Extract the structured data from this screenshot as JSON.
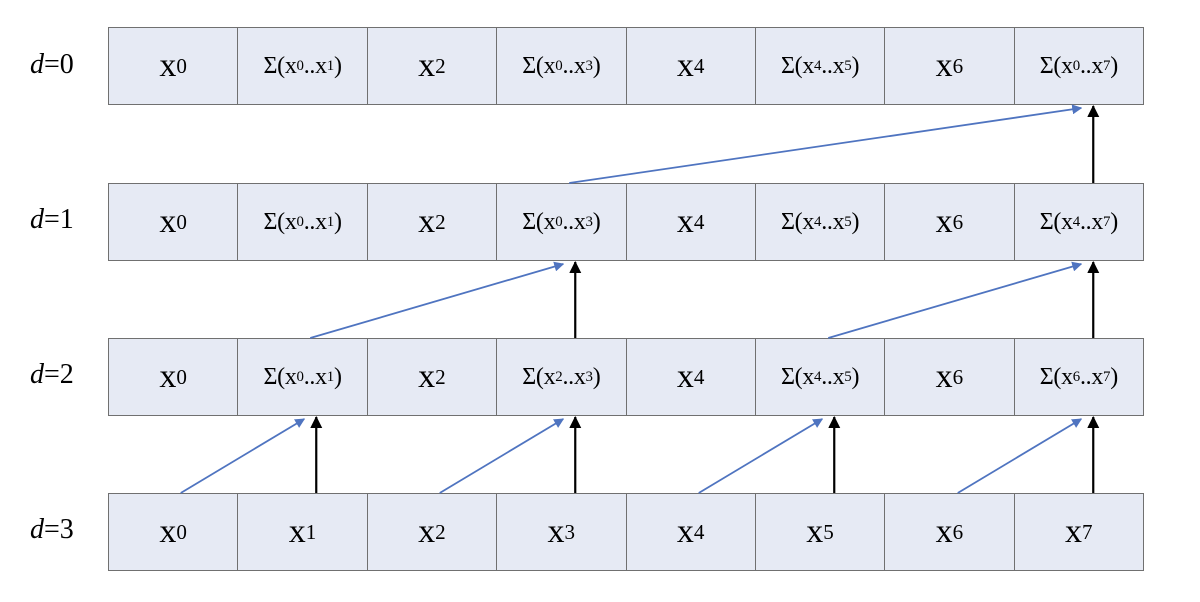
{
  "levels": [
    {
      "label_var": "d",
      "label_eq": "=0",
      "cells": [
        {
          "kind": "single",
          "base": "x",
          "sub": "0"
        },
        {
          "kind": "sum",
          "prefix": "Σ(x",
          "sub_a": "0",
          "mid": "..x",
          "sub_b": "1",
          "suffix": ")"
        },
        {
          "kind": "single",
          "base": "x",
          "sub": "2"
        },
        {
          "kind": "sum",
          "prefix": "Σ(x",
          "sub_a": "0",
          "mid": "..x",
          "sub_b": "3",
          "suffix": ")"
        },
        {
          "kind": "single",
          "base": "x",
          "sub": "4"
        },
        {
          "kind": "sum",
          "prefix": "Σ(x",
          "sub_a": "4",
          "mid": "..x",
          "sub_b": "5",
          "suffix": ")"
        },
        {
          "kind": "single",
          "base": "x",
          "sub": "6"
        },
        {
          "kind": "sum",
          "prefix": "Σ(x",
          "sub_a": "0",
          "mid": "..x",
          "sub_b": "7",
          "suffix": ")"
        }
      ]
    },
    {
      "label_var": "d",
      "label_eq": "=1",
      "cells": [
        {
          "kind": "single",
          "base": "x",
          "sub": "0"
        },
        {
          "kind": "sum",
          "prefix": "Σ(x",
          "sub_a": "0",
          "mid": "..x",
          "sub_b": "1",
          "suffix": ")"
        },
        {
          "kind": "single",
          "base": "x",
          "sub": "2"
        },
        {
          "kind": "sum",
          "prefix": "Σ(x",
          "sub_a": "0",
          "mid": "..x",
          "sub_b": "3",
          "suffix": ")"
        },
        {
          "kind": "single",
          "base": "x",
          "sub": "4"
        },
        {
          "kind": "sum",
          "prefix": "Σ(x",
          "sub_a": "4",
          "mid": "..x",
          "sub_b": "5",
          "suffix": ")"
        },
        {
          "kind": "single",
          "base": "x",
          "sub": "6"
        },
        {
          "kind": "sum",
          "prefix": "Σ(x",
          "sub_a": "4",
          "mid": "..x",
          "sub_b": "7",
          "suffix": ")"
        }
      ]
    },
    {
      "label_var": "d",
      "label_eq": "=2",
      "cells": [
        {
          "kind": "single",
          "base": "x",
          "sub": "0"
        },
        {
          "kind": "sum",
          "prefix": "Σ(x",
          "sub_a": "0",
          "mid": "..x",
          "sub_b": "1",
          "suffix": ")"
        },
        {
          "kind": "single",
          "base": "x",
          "sub": "2"
        },
        {
          "kind": "sum",
          "prefix": "Σ(x",
          "sub_a": "2",
          "mid": "..x",
          "sub_b": "3",
          "suffix": ")"
        },
        {
          "kind": "single",
          "base": "x",
          "sub": "4"
        },
        {
          "kind": "sum",
          "prefix": "Σ(x",
          "sub_a": "4",
          "mid": "..x",
          "sub_b": "5",
          "suffix": ")"
        },
        {
          "kind": "single",
          "base": "x",
          "sub": "6"
        },
        {
          "kind": "sum",
          "prefix": "Σ(x",
          "sub_a": "6",
          "mid": "..x",
          "sub_b": "7",
          "suffix": ")"
        }
      ]
    },
    {
      "label_var": "d",
      "label_eq": "=3",
      "cells": [
        {
          "kind": "single",
          "base": "x",
          "sub": "0"
        },
        {
          "kind": "single",
          "base": "x",
          "sub": "1"
        },
        {
          "kind": "single",
          "base": "x",
          "sub": "2"
        },
        {
          "kind": "single",
          "base": "x",
          "sub": "3"
        },
        {
          "kind": "single",
          "base": "x",
          "sub": "4"
        },
        {
          "kind": "single",
          "base": "x",
          "sub": "5"
        },
        {
          "kind": "single",
          "base": "x",
          "sub": "6"
        },
        {
          "kind": "single",
          "base": "x",
          "sub": "7"
        }
      ]
    }
  ],
  "arrows": [
    {
      "from_level": 3,
      "from_cell": 0,
      "to_level": 2,
      "to_cell": 1,
      "kind": "diagonal"
    },
    {
      "from_level": 3,
      "from_cell": 1,
      "to_level": 2,
      "to_cell": 1,
      "kind": "vertical"
    },
    {
      "from_level": 3,
      "from_cell": 2,
      "to_level": 2,
      "to_cell": 3,
      "kind": "diagonal"
    },
    {
      "from_level": 3,
      "from_cell": 3,
      "to_level": 2,
      "to_cell": 3,
      "kind": "vertical"
    },
    {
      "from_level": 3,
      "from_cell": 4,
      "to_level": 2,
      "to_cell": 5,
      "kind": "diagonal"
    },
    {
      "from_level": 3,
      "from_cell": 5,
      "to_level": 2,
      "to_cell": 5,
      "kind": "vertical"
    },
    {
      "from_level": 3,
      "from_cell": 6,
      "to_level": 2,
      "to_cell": 7,
      "kind": "diagonal"
    },
    {
      "from_level": 3,
      "from_cell": 7,
      "to_level": 2,
      "to_cell": 7,
      "kind": "vertical"
    },
    {
      "from_level": 2,
      "from_cell": 1,
      "to_level": 1,
      "to_cell": 3,
      "kind": "diagonal"
    },
    {
      "from_level": 2,
      "from_cell": 3,
      "to_level": 1,
      "to_cell": 3,
      "kind": "vertical"
    },
    {
      "from_level": 2,
      "from_cell": 5,
      "to_level": 1,
      "to_cell": 7,
      "kind": "diagonal"
    },
    {
      "from_level": 2,
      "from_cell": 7,
      "to_level": 1,
      "to_cell": 7,
      "kind": "vertical"
    },
    {
      "from_level": 1,
      "from_cell": 3,
      "to_level": 0,
      "to_cell": 7,
      "kind": "diagonal"
    },
    {
      "from_level": 1,
      "from_cell": 7,
      "to_level": 0,
      "to_cell": 7,
      "kind": "vertical"
    }
  ],
  "colors": {
    "cell_fill": "#e6eaf4",
    "cell_border": "#707070",
    "diagonal_arrow": "#4f74c0",
    "vertical_arrow": "#000000"
  }
}
